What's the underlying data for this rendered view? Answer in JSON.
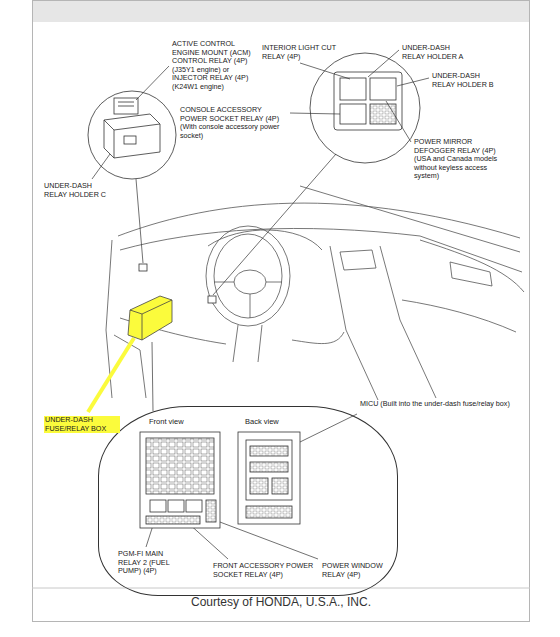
{
  "diagram": {
    "caption": "Courtesy of HONDA, U.S.A., INC.",
    "nodes": [
      {
        "text": [
          "Front view",
          "Back view"
        ]
      }
    ],
    "labels": [
      "ACTIVE CONTROL ENGINE MOUNT (ACM) CONTROL RELAY (4P) (J35Y1 engine) or INJECTOR RELAY (4P) (K24W1 engine)",
      "CONSOLE ACCESSORY POWER SOCKET RELAY (4P) (With console accessory power socket)",
      "UNDER-DASH RELAY HOLDER C",
      "INTERIOR LIGHT CUT RELAY (4P)",
      "UNDER-DASH RELAY HOLDER A",
      "UNDER-DASH RELAY HOLDER B",
      "POWER MIRROR DEFOGGER RELAY (4P) (USA and Canada models without keyless access system)",
      "UNDER-DASH FUSE/RELAY BOX",
      "MICU (Built into the under-dash fuse/relay box)",
      "PGM-FI MAIN RELAY 2 (FUEL PUMP) (4P)",
      "FRONT ACCESSORY POWER SOCKET RELAY (4P)",
      "POWER WINDOW RELAY (4P)"
    ]
  }
}
